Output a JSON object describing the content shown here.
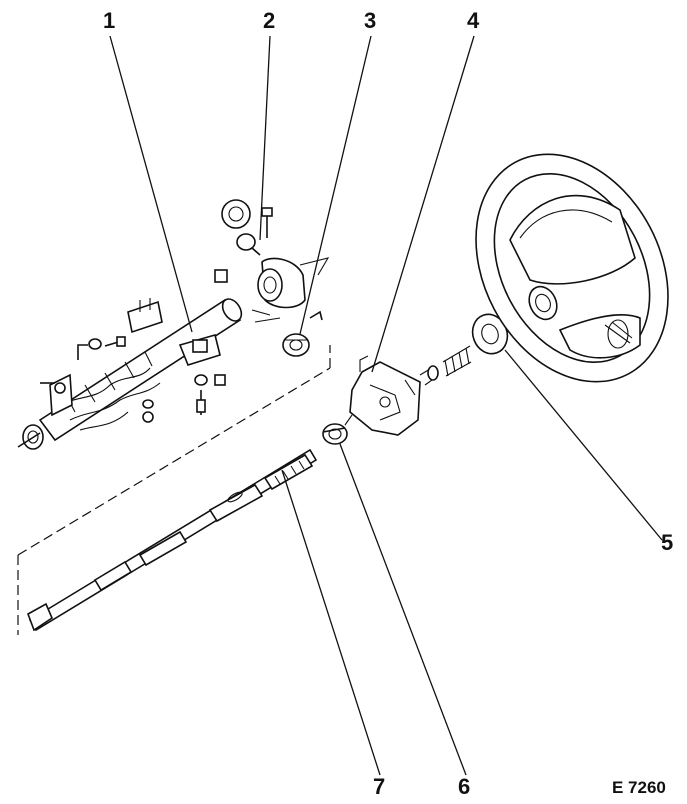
{
  "callouts": {
    "c1": "1",
    "c2": "2",
    "c3": "3",
    "c4": "4",
    "c5": "5",
    "c6": "6",
    "c7": "7"
  },
  "figure_code": "E 7260",
  "colors": {
    "ink": "#111111",
    "paper": "#ffffff"
  }
}
